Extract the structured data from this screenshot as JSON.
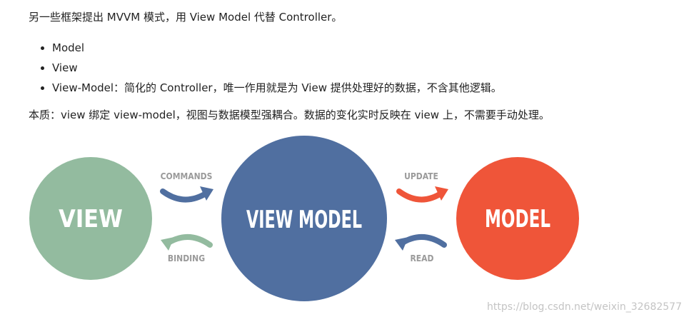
{
  "text": {
    "intro": "另一些框架提出 MVVM 模式，用 View Model 代替 Controller。",
    "bullets": [
      "Model",
      "View",
      "View-Model：简化的 Controller，唯一作用就是为 View 提供处理好的数据，不含其他逻辑。"
    ],
    "essence": "本质：view 绑定 view-model，视图与数据模型强耦合。数据的变化实时反映在 view 上，不需要手动处理。"
  },
  "diagram": {
    "nodes": {
      "view": {
        "label": "VIEW",
        "color": "#93bb9f"
      },
      "view_model": {
        "label": "VIEW MODEL",
        "color": "#506fa0"
      },
      "model": {
        "label": "MODEL",
        "color": "#ef5539"
      }
    },
    "edges": {
      "commands": {
        "label": "COMMANDS",
        "color": "#506fa0"
      },
      "binding": {
        "label": "BINDING",
        "color": "#93bb9f"
      },
      "update": {
        "label": "UPDATE",
        "color": "#ef5539"
      },
      "read": {
        "label": "READ",
        "color": "#506fa0"
      }
    }
  },
  "watermark": "https://blog.csdn.net/weixin_32682577"
}
